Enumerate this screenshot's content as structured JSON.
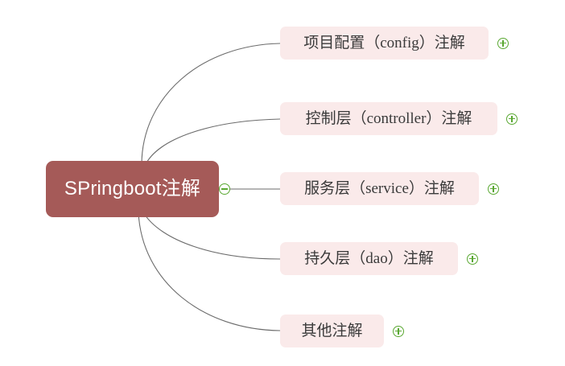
{
  "diagram": {
    "type": "mind-map",
    "title": "SPringboot注解",
    "background_color": "#ffffff",
    "root": {
      "label": "SPringboot注解",
      "fill_color": "#a55a58",
      "text_color": "#ffffff",
      "toggle": {
        "state": "expanded",
        "icon": "minus-circle-icon",
        "color": "#5aa832"
      }
    },
    "branch_style": {
      "fill_color": "#faeaea",
      "text_color": "#3a3a3a",
      "edge_color": "#6b6b6b"
    },
    "branches": [
      {
        "label": "项目配置（config）注解",
        "toggle": {
          "state": "collapsed",
          "icon": "plus-circle-icon"
        }
      },
      {
        "label": "控制层（controller）注解",
        "toggle": {
          "state": "collapsed",
          "icon": "plus-circle-icon"
        }
      },
      {
        "label": "服务层（service）注解",
        "toggle": {
          "state": "collapsed",
          "icon": "plus-circle-icon"
        }
      },
      {
        "label": "持久层（dao）注解",
        "toggle": {
          "state": "collapsed",
          "icon": "plus-circle-icon"
        }
      },
      {
        "label": "其他注解",
        "toggle": {
          "state": "collapsed",
          "icon": "plus-circle-icon"
        }
      }
    ]
  }
}
